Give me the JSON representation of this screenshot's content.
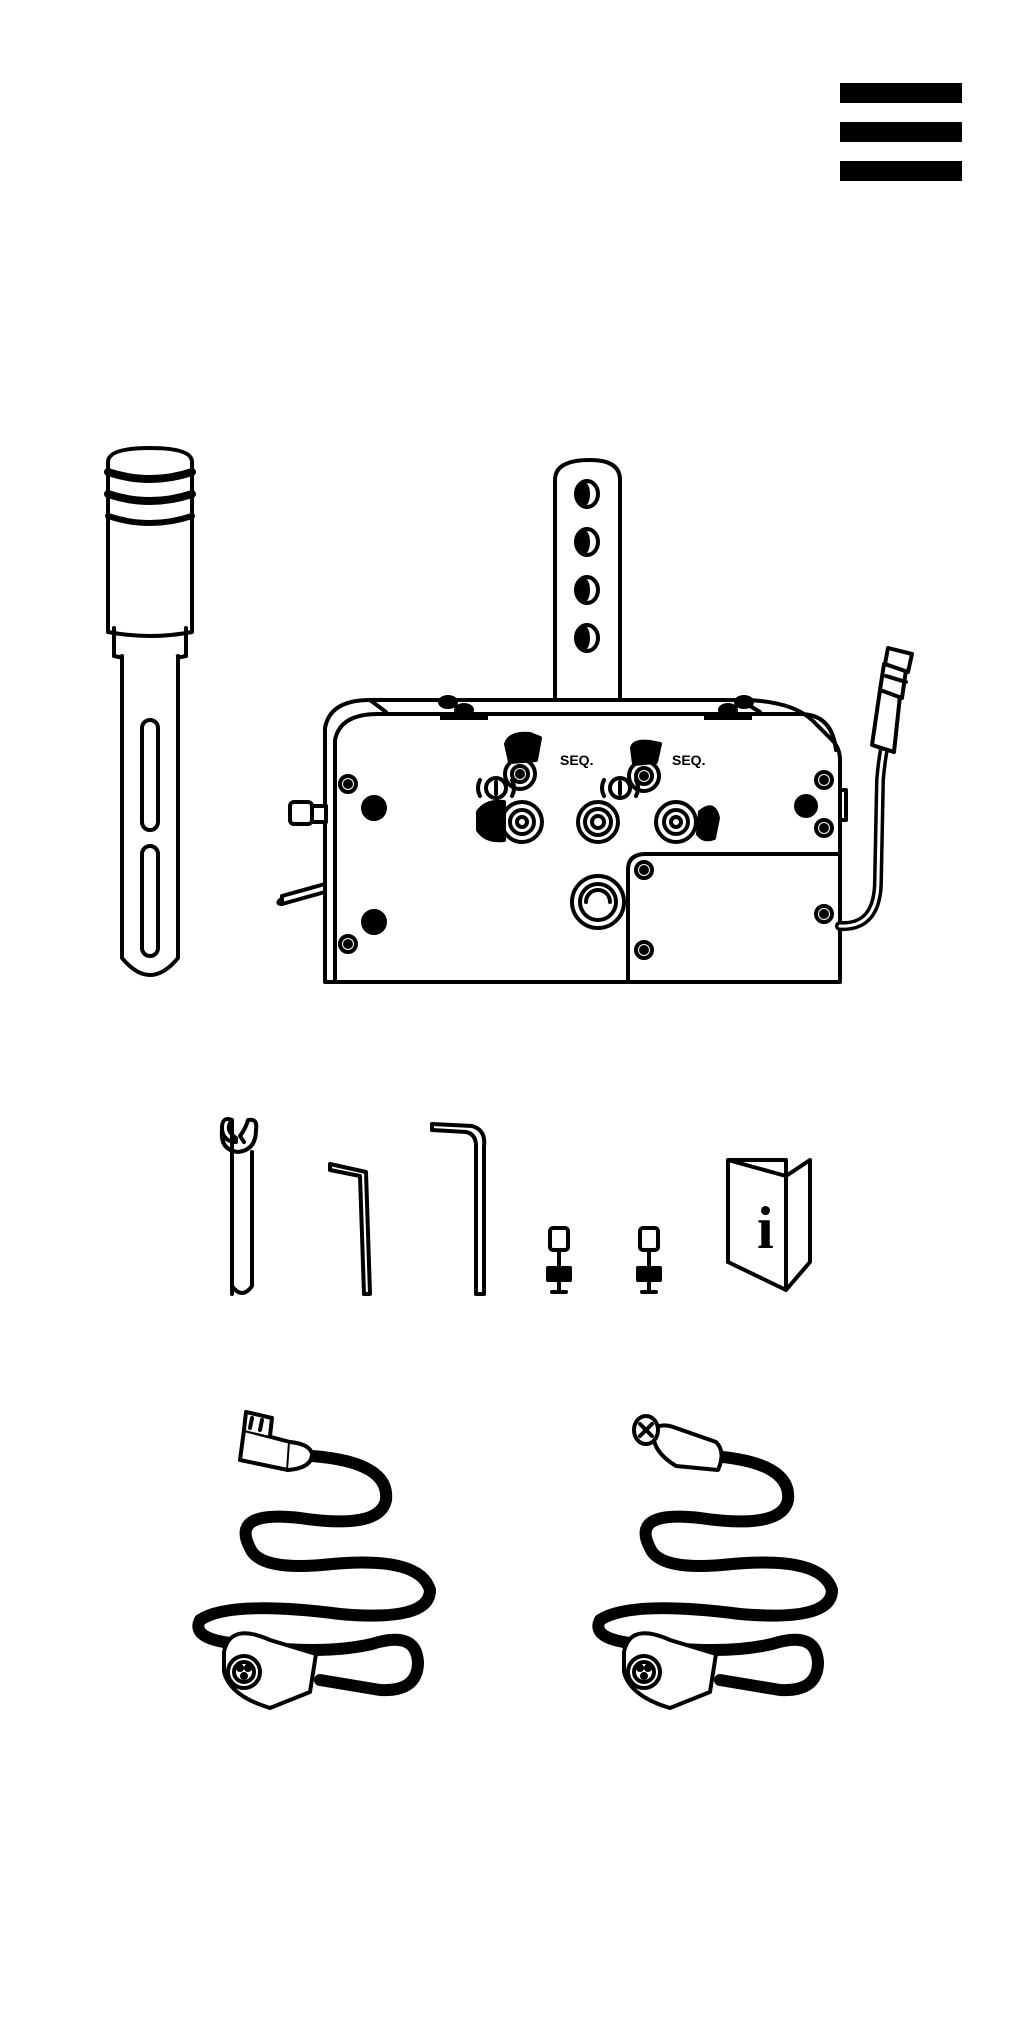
{
  "header": {
    "menu_icon": "hamburger-menu-icon"
  },
  "main_unit": {
    "left_label": "SEQ.",
    "right_label": "SEQ."
  },
  "accessories": {
    "manual_icon_glyph": "i"
  },
  "colors": {
    "line": "#000000",
    "background": "#ffffff"
  }
}
